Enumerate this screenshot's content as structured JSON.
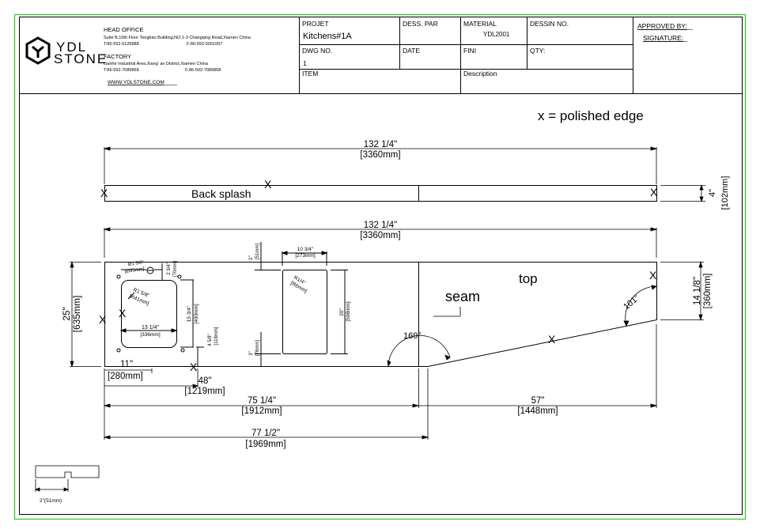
{
  "company": {
    "logo_line1": "YDL",
    "logo_line2": "STONE",
    "head_office_title": "HEAD OFFICE",
    "head_office_address": "Suite B,10th Floor Tongbao Building,NO.1-3 Changqing Road,Xiamen China",
    "head_office_tel": "T:86-592-5126888",
    "head_office_fax": "F:86-592-5051097",
    "factory_title": "FACTORY",
    "factory_address": "Lianhe Industrial Area,Xiang' an District,Xiamen China",
    "factory_tel": "T:86-592-7089868",
    "factory_fax": "F:86-592-7089858",
    "website": "WWW.YDLSTONE.COM"
  },
  "title_block": {
    "projet_label": "PROJET",
    "projet_value": "Kitchens#1A",
    "dess_par_label": "DESS. PAR",
    "material_label": "MATERIAL",
    "material_value": "YDL2001",
    "dessin_no_label": "DESSIN NO.",
    "approved_label": "APPROVED BY:",
    "signature_label": "SIGNATURE:",
    "dwg_no_label": "DWG NO.",
    "dwg_no_value": "1",
    "date_label": "DATE",
    "fini_label": "FINI",
    "qty_label": "QTY:",
    "item_label": "ITEM",
    "description_label": "Description"
  },
  "drawing": {
    "legend": "x = polished edge",
    "mark_x": "X",
    "backsplash_label": "Back splash",
    "top_label": "top",
    "seam_label": "seam",
    "dims": {
      "backsplash_len": "132 1/4\"",
      "backsplash_len_mm": "[3360mm]",
      "backsplash_h": "4\"",
      "backsplash_h_mm": "[102mm]",
      "top_len": "132 1/4\"",
      "top_len_mm": "[3360mm]",
      "depth_left": "25\"",
      "depth_left_mm": "[635mm]",
      "depth_right": "14 1/8\"",
      "depth_right_mm": "[360mm]",
      "sink_offset": "11\"",
      "sink_offset_mm": "[280mm]",
      "run_48": "48\"",
      "run_48_mm": "[1219mm]",
      "run_75": "75 1/4\"",
      "run_75_mm": "[1912mm]",
      "run_57": "57\"",
      "run_57_mm": "[1448mm]",
      "run_77": "77 1/2\"",
      "run_77_mm": "[1969mm]",
      "sink_width": "13 1/4\"",
      "sink_width_mm": "[336mm]",
      "sink_depth": "15 3/4\"",
      "sink_depth_mm": "[400mm]",
      "sink_radius": "R1 5/8\"",
      "sink_radius_mm": "[R41mm]",
      "faucet_hole": "Ø1 3/8\"",
      "faucet_hole_mm": "[Ø35mm]",
      "faucet_offset": "2 3/4\"",
      "faucet_offset_mm": "[70mm]",
      "sink_front": "4 5/8\"",
      "sink_front_mm": "[118mm]",
      "cooktop_width": "10 3/4\"",
      "cooktop_width_mm": "[273mm]",
      "cooktop_top": "2\"",
      "cooktop_top_mm": "[51mm]",
      "cooktop_radius": "R1/4\"",
      "cooktop_radius_mm": "[R6mm]",
      "cooktop_depth": "20\"",
      "cooktop_depth_mm": "[508mm]",
      "cooktop_front": "3\"",
      "cooktop_front_mm": "[76mm]",
      "angle_169": "169°",
      "angle_101": "101°",
      "edge_profile": "2\"(51mm)"
    }
  }
}
